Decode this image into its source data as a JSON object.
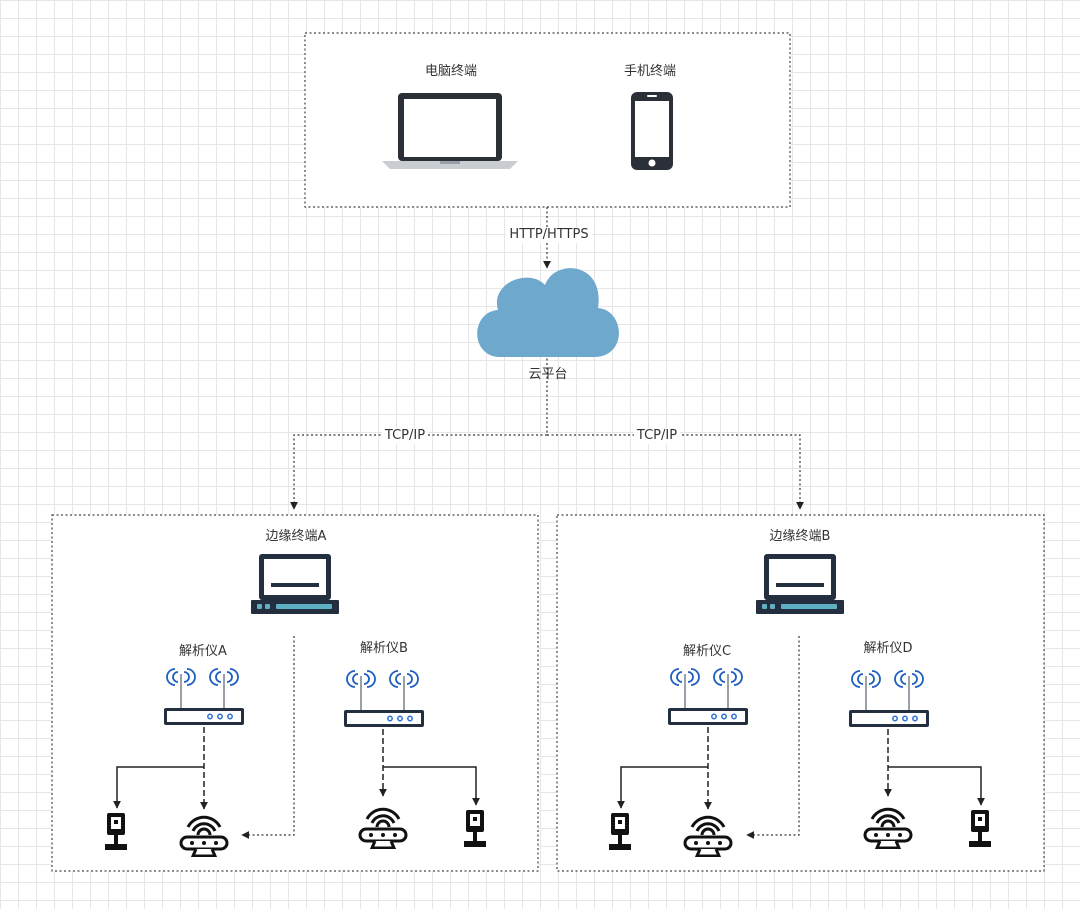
{
  "top_box": {
    "pc_label": "电脑终端",
    "phone_label": "手机终端"
  },
  "cloud": {
    "label": "云平台",
    "fill_color": "#6fa8cd"
  },
  "connections": {
    "top_protocol": "HTTP/HTTPS",
    "left_protocol": "TCP/IP",
    "right_protocol": "TCP/IP"
  },
  "left_group": {
    "edge_label": "边缘终端A",
    "analyzer1": "解析仪A",
    "analyzer2": "解析仪B"
  },
  "right_group": {
    "edge_label": "边缘终端B",
    "analyzer1": "解析仪C",
    "analyzer2": "解析仪D"
  },
  "colors": {
    "device_dark": "#232f3e",
    "screen_accent": "#5fb0c3",
    "port_blue": "#2f6fd6",
    "wifi_blue": "#1f5fbf"
  },
  "icons": [
    "laptop-icon",
    "smartphone-icon",
    "cloud-icon",
    "edge-terminal-icon",
    "analyzer-router-icon",
    "camera-icon",
    "wifi-device-icon"
  ]
}
